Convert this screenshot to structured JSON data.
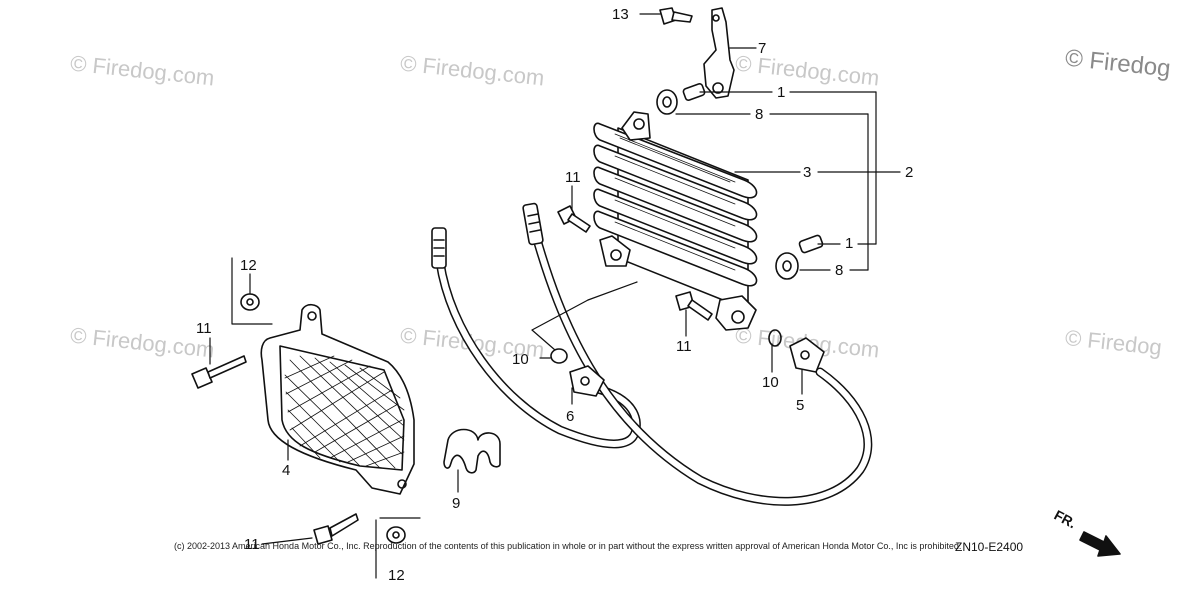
{
  "watermark": {
    "text": "© Firedog.com",
    "corner_text": "© Firedog"
  },
  "callouts": {
    "c1a": "1",
    "c1b": "1",
    "c2": "2",
    "c3": "3",
    "c4": "4",
    "c5": "5",
    "c6": "6",
    "c7": "7",
    "c8a": "8",
    "c8b": "8",
    "c9": "9",
    "c10a": "10",
    "c10b": "10",
    "c11a": "11",
    "c11b": "11",
    "c11c": "11",
    "c11d": "11",
    "c12a": "12",
    "c12b": "12",
    "c13": "13"
  },
  "footer": {
    "copyright": "(c) 2002-2013 American Honda Motor Co., Inc. Reproduction of the contents of this publication in whole or in part without the express written approval of American Honda Motor Co., Inc is prohibited.",
    "diagram_code": "ZN10-E2400",
    "front_marker": "FR."
  },
  "colors": {
    "line": "#111111",
    "watermark": "#c8c8c8"
  }
}
